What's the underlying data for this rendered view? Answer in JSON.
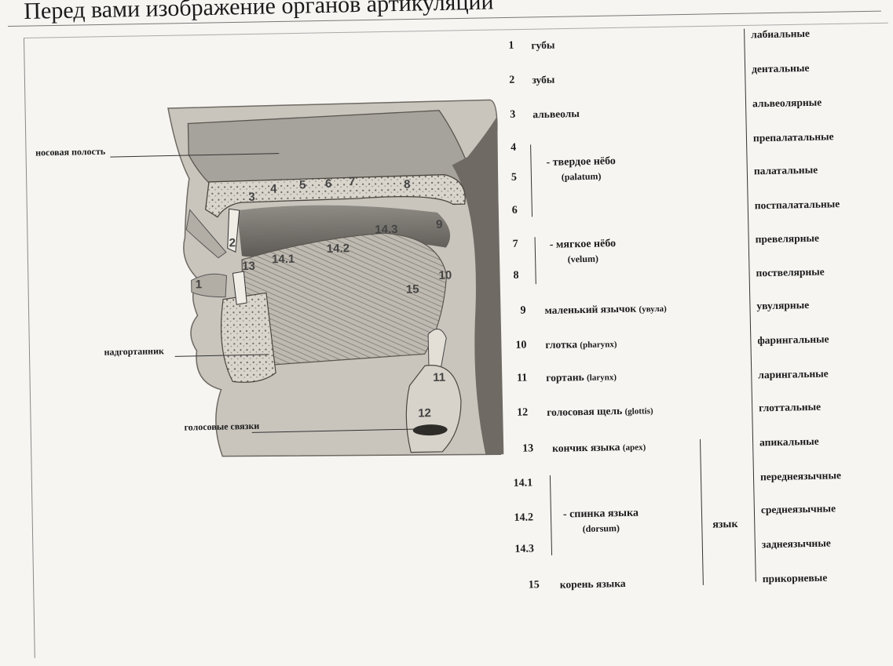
{
  "title": "Перед вами изображение органов артикуляции",
  "anatomy_labels": {
    "nasal_cavity": "носовая полость",
    "epiglottis": "надгортанник",
    "vocal_cords": "голосовые связки",
    "figure_numbers": [
      "1",
      "2",
      "3",
      "4",
      "5",
      "6",
      "7",
      "8",
      "9",
      "10",
      "11",
      "12",
      "13",
      "14.1",
      "14.2",
      "14.3",
      "15"
    ]
  },
  "organs": [
    {
      "num": "1",
      "text": "губы"
    },
    {
      "num": "2",
      "text": "зубы"
    },
    {
      "num": "3",
      "text": "альвеолы"
    },
    {
      "num": "9",
      "text": "маленький язычок",
      "lat": "(увула)"
    },
    {
      "num": "10",
      "text": "глотка",
      "lat": "(pharynx)"
    },
    {
      "num": "11",
      "text": "гортань",
      "lat": "(larynx)"
    },
    {
      "num": "12",
      "text": "голосовая щель",
      "lat": "(glottis)"
    },
    {
      "num": "13",
      "text": "кончик языка",
      "lat": "(apex)"
    },
    {
      "num": "15",
      "text": "корень языка"
    }
  ],
  "hard_palate": {
    "nums": [
      "4",
      "5",
      "6"
    ],
    "label": "- твердое нёбо",
    "lat": "(palatum)"
  },
  "soft_palate": {
    "nums": [
      "7",
      "8"
    ],
    "label": "- мягкое нёбо",
    "lat": "(velum)"
  },
  "tongue_back": {
    "nums": [
      "14.1",
      "14.2",
      "14.3"
    ],
    "label": "- спинка языка",
    "lat": "(dorsum)"
  },
  "tongue_word": "язык",
  "terms": [
    "лабиальные",
    "дентальные",
    "альвеолярные",
    "препалатальные",
    "палатальные",
    "постпалатальные",
    "превелярные",
    "поствелярные",
    "увулярные",
    "фарингальные",
    "ларингальные",
    "глоттальные",
    "апикальные",
    "переднеязычные",
    "среднеязычные",
    "заднеязычные",
    "прикорневые"
  ]
}
